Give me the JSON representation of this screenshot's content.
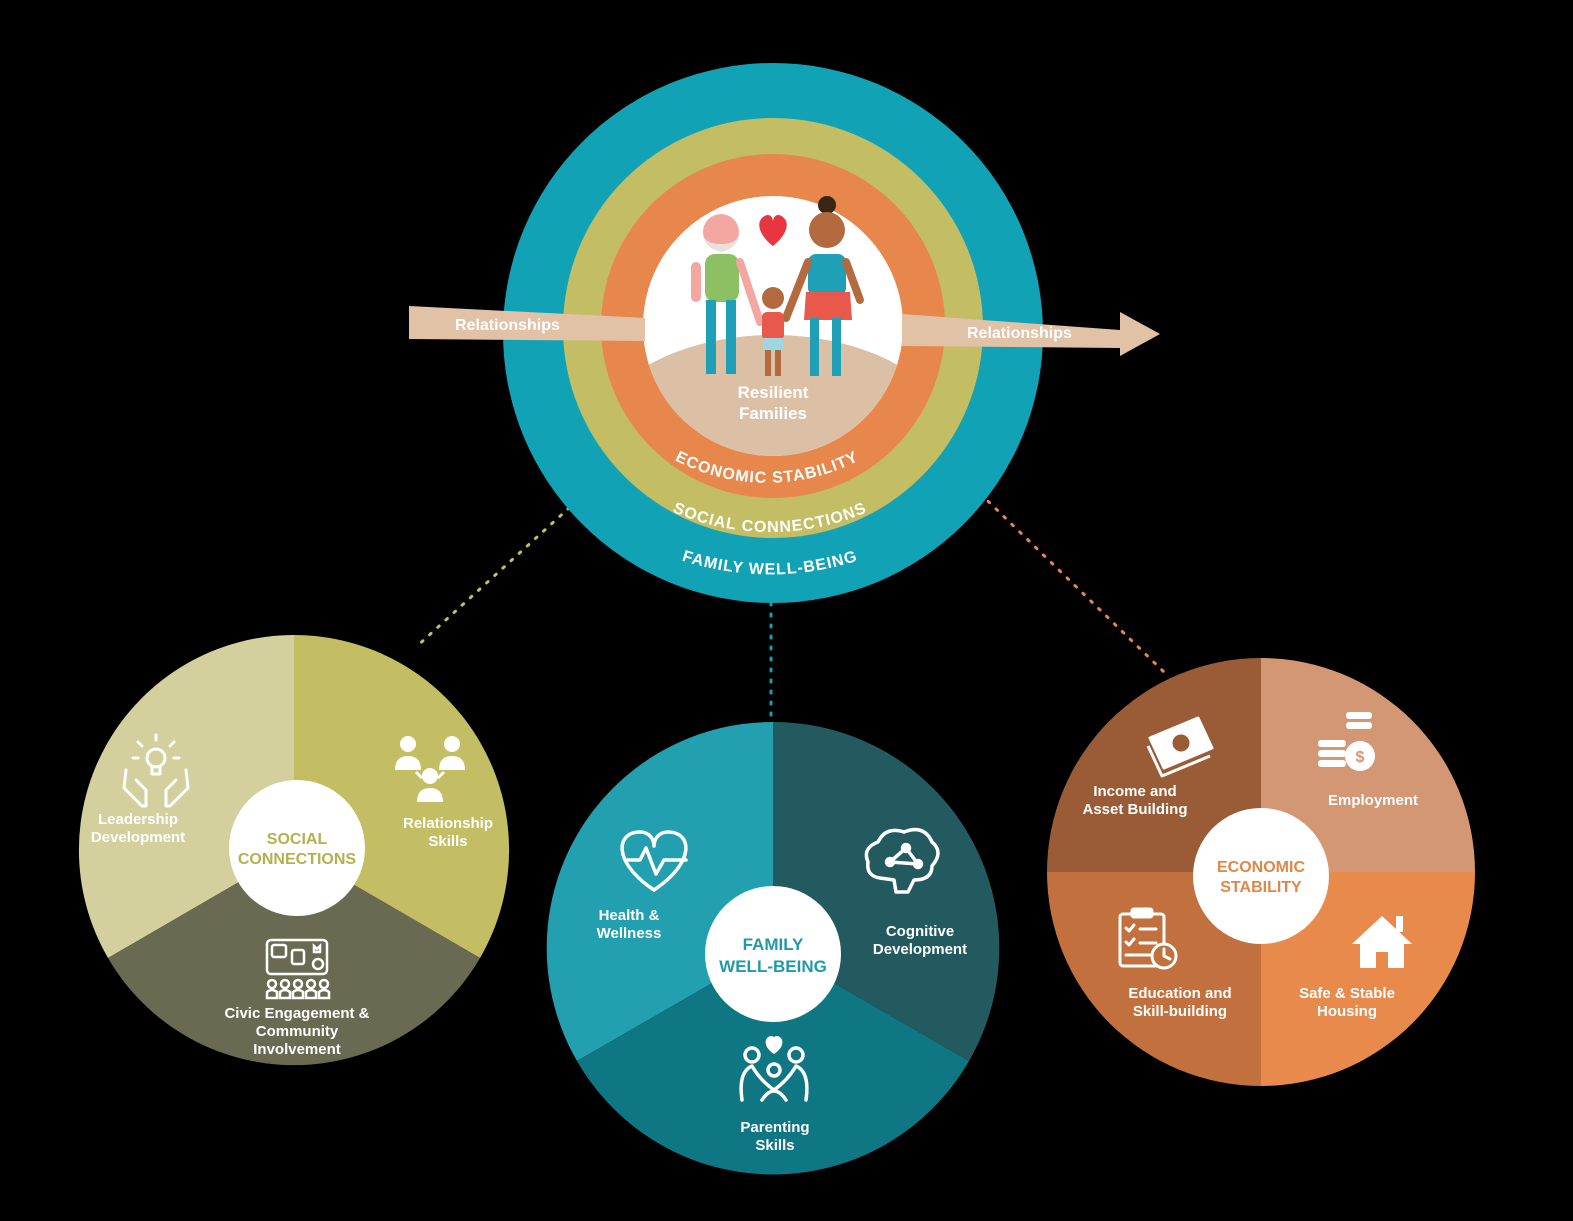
{
  "colors": {
    "background": "#000000",
    "family_wellbeing": "#12a2b5",
    "social_connections": "#c3bd63",
    "economic_stability": "#e8874c",
    "relationships_arrow": "#e2c2a6"
  },
  "center": {
    "label_line1": "Resilient",
    "label_line2": "Families",
    "rings": {
      "economic_stability": "ECONOMIC STABILITY",
      "social_connections": "SOCIAL CONNECTIONS",
      "family_wellbeing": "FAMILY  WELL-BEING"
    },
    "arrow_left_label": "Relationships",
    "arrow_right_label": "Relationships"
  },
  "social_connections": {
    "hub_line1": "SOCIAL",
    "hub_line2": "CONNECTIONS",
    "segments": [
      {
        "icon": "leadership-icon",
        "line1": "Leadership",
        "line2": "Development"
      },
      {
        "icon": "relationship-icon",
        "line1": "Relationship",
        "line2": "Skills"
      },
      {
        "icon": "civic-icon",
        "line1": "Civic  Engagement &",
        "line2": "Community",
        "line3": "Involvement"
      }
    ]
  },
  "family_wellbeing": {
    "hub_line1": "FAMILY",
    "hub_line2": "WELL-BEING",
    "segments": [
      {
        "icon": "heart-pulse-icon",
        "line1": "Health &",
        "line2": "Wellness"
      },
      {
        "icon": "brain-icon",
        "line1": "Cognitive",
        "line2": "Development"
      },
      {
        "icon": "family-hug-icon",
        "line1": "Parenting",
        "line2": "Skills"
      }
    ]
  },
  "economic_stability": {
    "hub_line1": "ECONOMIC",
    "hub_line2": "STABILITY",
    "segments": [
      {
        "icon": "money-icon",
        "line1": "Income and",
        "line2": "Asset Building"
      },
      {
        "icon": "coins-icon",
        "line1": "Employment"
      },
      {
        "icon": "checklist-clock-icon",
        "line1": "Education and",
        "line2": "Skill-building"
      },
      {
        "icon": "house-icon",
        "line1": "Safe & Stable",
        "line2": "Housing"
      }
    ]
  }
}
